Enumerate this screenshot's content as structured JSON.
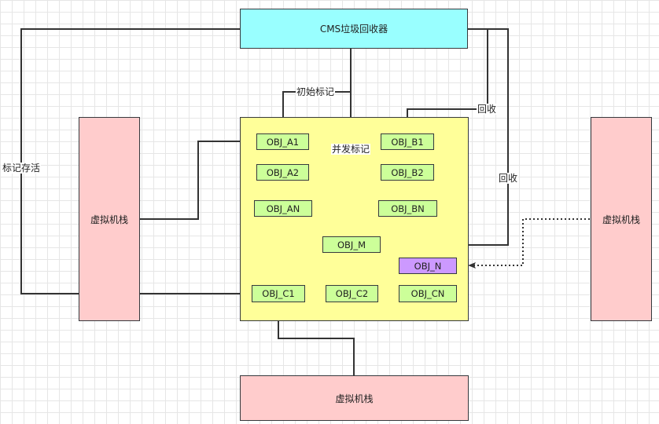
{
  "title": "CMS垃圾回收器",
  "nodes": {
    "cms": "CMS垃圾回收器",
    "stack_left": "虚拟机栈",
    "stack_right": "虚拟机栈",
    "stack_bottom": "虚拟机栈",
    "obj_a1": "OBJ_A1",
    "obj_a2": "OBJ_A2",
    "obj_an": "OBJ_AN",
    "obj_b1": "OBJ_B1",
    "obj_b2": "OBJ_B2",
    "obj_bn": "OBJ_BN",
    "obj_m": "OBJ_M",
    "obj_n": "OBJ_N",
    "obj_c1": "OBJ_C1",
    "obj_c2": "OBJ_C2",
    "obj_cn": "OBJ_CN"
  },
  "edge_labels": {
    "initial_mark": "初始标记",
    "concurrent_mark": "并发标记",
    "mark_alive": "标记存活",
    "reclaim_1": "回收",
    "reclaim_2": "回收"
  },
  "colors": {
    "collector": "#99ffff",
    "heap": "#ffff99",
    "stack": "#ffcccc",
    "live_object": "#ccff99",
    "garbage_object": "#cc99ff",
    "edge": "#333333"
  }
}
